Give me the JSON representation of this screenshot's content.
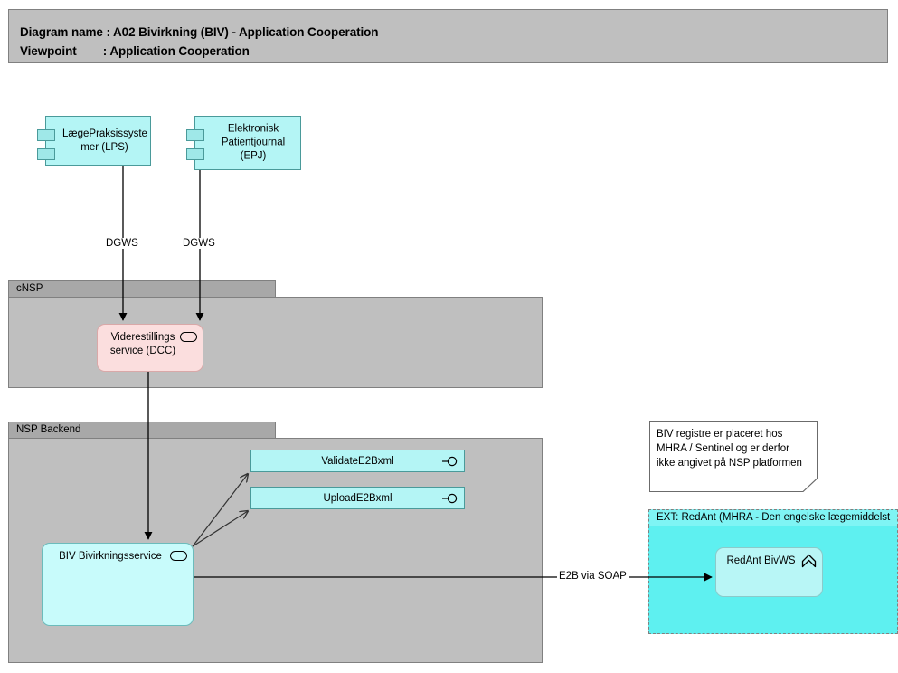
{
  "header": {
    "line1": "Diagram name : A02 Bivirkning (BIV) - Application Cooperation",
    "line2": "Viewpoint        : Application Cooperation"
  },
  "components": [
    {
      "id": "lps",
      "label": "LægePraksissyste\nmer (LPS)"
    },
    {
      "id": "epj",
      "label": "Elektronisk\nPatientjournal\n(EPJ)"
    }
  ],
  "groups": [
    {
      "id": "cnsp",
      "label": "cNSP"
    },
    {
      "id": "nsp_backend",
      "label": "NSP Backend"
    },
    {
      "id": "ext_redant",
      "label": "EXT: RedAnt (MHRA - Den engelske lægemiddelst"
    }
  ],
  "services": [
    {
      "id": "dcc",
      "label": "Viderestillings\nservice (DCC)",
      "icon": "application-service-icon"
    },
    {
      "id": "biv",
      "label": "BIV Bivirkningsservice",
      "icon": "application-service-icon"
    },
    {
      "id": "redant",
      "label": "RedAnt BivWS",
      "icon": "application-function-icon"
    }
  ],
  "interfaces": [
    {
      "id": "validate",
      "label": "ValidateE2Bxml",
      "icon": "provided-interface-icon"
    },
    {
      "id": "upload",
      "label": "UploadE2Bxml",
      "icon": "provided-interface-icon"
    }
  ],
  "edge_labels": {
    "dgws_left": "DGWS",
    "dgws_right": "DGWS",
    "e2b_soap": "E2B via SOAP"
  },
  "note": {
    "text": "BIV registre er placeret hos\nMHRA / Sentinel og er derfor\nikke angivet på NSP platformen"
  },
  "colors": {
    "canvas_background": "#ffffff",
    "title_bar_fill": "#bfbfbf",
    "group_tab_fill": "#a8a8a8",
    "group_body_fill": "#bfbfbf",
    "group_border": "#808080",
    "component_fill": "#b4f5f5",
    "component_border": "#4a9a9a",
    "service_dcc_fill": "#fbdede",
    "service_dcc_border": "#d9a8a8",
    "service_biv_fill": "#c8fbfb",
    "ext_group_fill": "#5ef0f0",
    "ext_group_tab_fill": "#7ff4f4",
    "redant_fill": "#b8f6f6",
    "note_fill": "#ffffff",
    "connector_stroke": "#000000"
  }
}
